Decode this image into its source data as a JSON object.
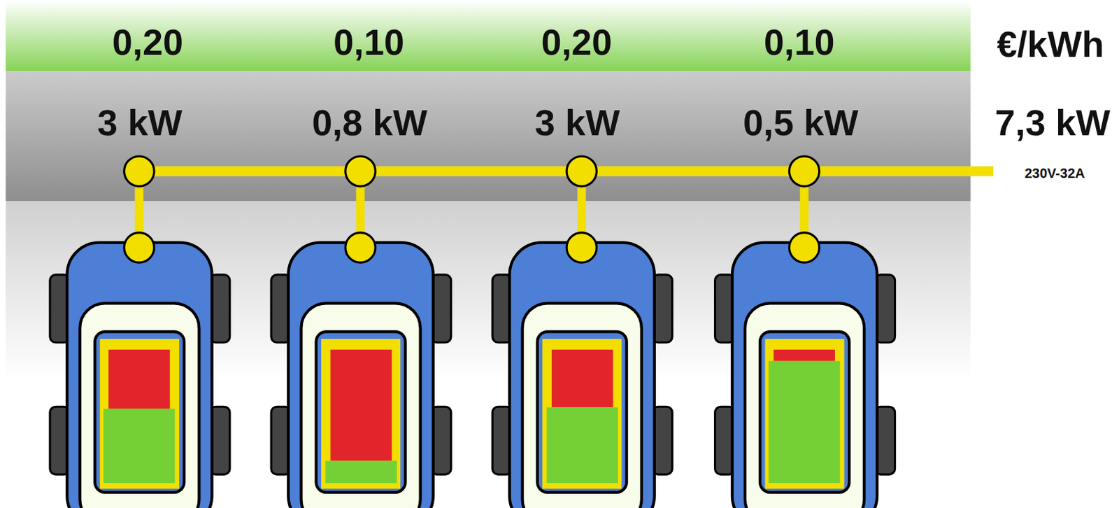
{
  "diagram": {
    "labels": [
      "0,20",
      "0,10",
      "0,20",
      "0,10",
      "€/kWh",
      "3 kW",
      "0,8 kW",
      "3 kW",
      "0,5 kW",
      "7,3 kW",
      "230V-32A"
    ]
  }
}
